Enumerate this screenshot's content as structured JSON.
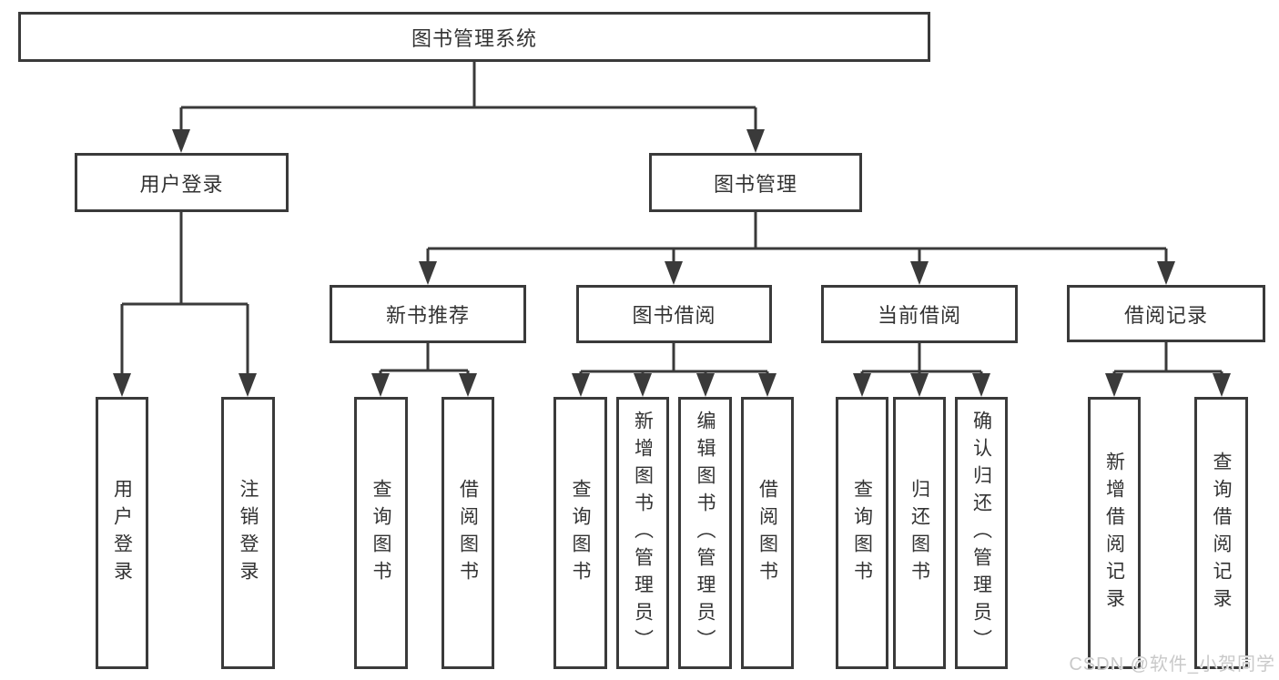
{
  "title": "图书管理系统",
  "tree": {
    "root": {
      "label": "图书管理系统"
    },
    "branches": [
      {
        "label": "用户登录",
        "children": [
          {
            "label": "用户登录"
          },
          {
            "label": "注销登录"
          }
        ]
      },
      {
        "label": "图书管理",
        "children": [
          {
            "label": "新书推荐",
            "children": [
              {
                "label": "查询图书"
              },
              {
                "label": "借阅图书"
              }
            ]
          },
          {
            "label": "图书借阅",
            "children": [
              {
                "label": "查询图书"
              },
              {
                "label": "新增图书（管理员）"
              },
              {
                "label": "编辑图书（管理员）"
              },
              {
                "label": "借阅图书"
              }
            ]
          },
          {
            "label": "当前借阅",
            "children": [
              {
                "label": "查询图书"
              },
              {
                "label": "归还图书"
              },
              {
                "label": "确认归还（管理员）"
              }
            ]
          },
          {
            "label": "借阅记录",
            "children": [
              {
                "label": "新增借阅记录"
              },
              {
                "label": "查询借阅记录"
              }
            ]
          }
        ]
      }
    ]
  },
  "watermark": {
    "text": "CSDN @软件_小贺同学"
  },
  "colors": {
    "line": "#3a3a3a",
    "text": "#333333",
    "box_fill": "#ffffff",
    "background": "#ffffff",
    "watermark": "#c9c9c9"
  }
}
